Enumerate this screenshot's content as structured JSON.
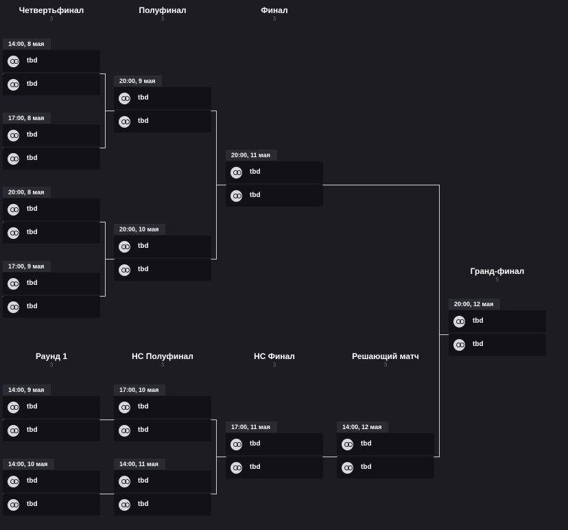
{
  "rounds": [
    {
      "id": "qf",
      "title": "Четвертьфинал",
      "count": "3"
    },
    {
      "id": "sf",
      "title": "Полуфинал",
      "count": "3"
    },
    {
      "id": "f",
      "title": "Финал",
      "count": "3"
    },
    {
      "id": "gf",
      "title": "Гранд-финал",
      "count": "5"
    },
    {
      "id": "r1",
      "title": "Раунд 1",
      "count": "3"
    },
    {
      "id": "lsf",
      "title": "НС Полуфинал",
      "count": "3"
    },
    {
      "id": "lf",
      "title": "НС Финал",
      "count": "3"
    },
    {
      "id": "dec",
      "title": "Решающий матч",
      "count": "3"
    }
  ],
  "matches": [
    {
      "id": "qf1",
      "time": "14:00, 8 мая",
      "team_a": "tbd",
      "team_b": "tbd",
      "logo_icon": "team-placeholder-icon"
    },
    {
      "id": "qf2",
      "time": "17:00, 8 мая",
      "team_a": "tbd",
      "team_b": "tbd",
      "logo_icon": "team-placeholder-icon"
    },
    {
      "id": "qf3",
      "time": "20:00, 8 мая",
      "team_a": "tbd",
      "team_b": "tbd",
      "logo_icon": "team-placeholder-icon"
    },
    {
      "id": "qf4",
      "time": "17:00, 9 мая",
      "team_a": "tbd",
      "team_b": "tbd",
      "logo_icon": "team-placeholder-icon"
    },
    {
      "id": "sf1",
      "time": "20:00, 9 мая",
      "team_a": "tbd",
      "team_b": "tbd",
      "logo_icon": "team-placeholder-icon"
    },
    {
      "id": "sf2",
      "time": "20:00, 10 мая",
      "team_a": "tbd",
      "team_b": "tbd",
      "logo_icon": "team-placeholder-icon"
    },
    {
      "id": "f1",
      "time": "20:00, 11 мая",
      "team_a": "tbd",
      "team_b": "tbd",
      "logo_icon": "team-placeholder-icon"
    },
    {
      "id": "gf1",
      "time": "20:00, 12 мая",
      "team_a": "tbd",
      "team_b": "tbd",
      "logo_icon": "team-placeholder-icon"
    },
    {
      "id": "r1a",
      "time": "14:00, 9 мая",
      "team_a": "tbd",
      "team_b": "tbd",
      "logo_icon": "team-placeholder-icon"
    },
    {
      "id": "r1b",
      "time": "14:00, 10 мая",
      "team_a": "tbd",
      "team_b": "tbd",
      "logo_icon": "team-placeholder-icon"
    },
    {
      "id": "lsf1",
      "time": "17:00, 10 мая",
      "team_a": "tbd",
      "team_b": "tbd",
      "logo_icon": "team-placeholder-icon"
    },
    {
      "id": "lsf2",
      "time": "14:00, 11 мая",
      "team_a": "tbd",
      "team_b": "tbd",
      "logo_icon": "team-placeholder-icon"
    },
    {
      "id": "lf1",
      "time": "17:00, 11 мая",
      "team_a": "tbd",
      "team_b": "tbd",
      "logo_icon": "team-placeholder-icon"
    },
    {
      "id": "dec1",
      "time": "14:00, 12 мая",
      "team_a": "tbd",
      "team_b": "tbd",
      "logo_icon": "team-placeholder-icon"
    }
  ],
  "colors": {
    "background": "#1c1c22",
    "slot": "#111116",
    "time_badge": "#2a2a33",
    "connector": "#cfcfd4",
    "round_count": "#6b6b75"
  }
}
